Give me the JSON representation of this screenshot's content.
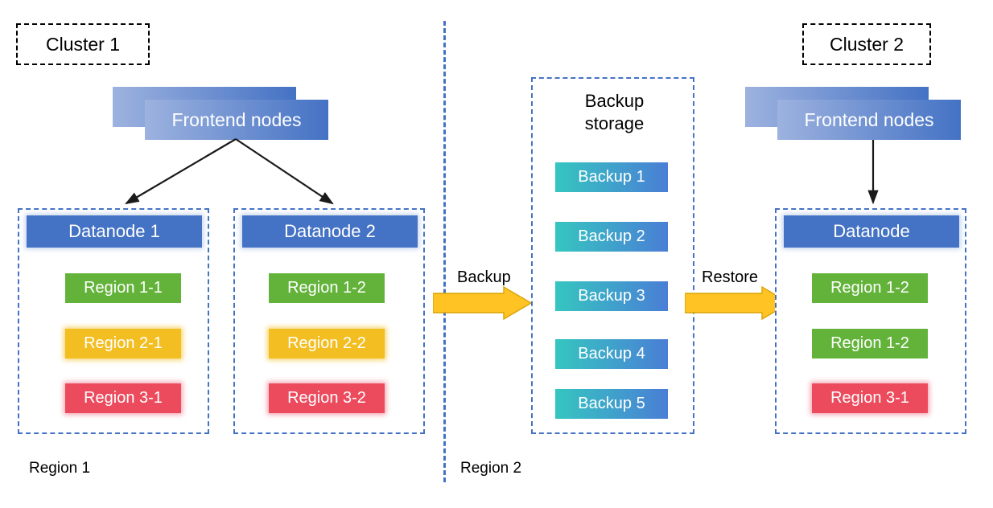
{
  "clusters": {
    "left": {
      "tag": "Cluster 1"
    },
    "right": {
      "tag": "Cluster 2"
    }
  },
  "frontend": {
    "left_label": "Frontend nodes",
    "right_label": "Frontend nodes"
  },
  "datanodes": [
    {
      "title": "Datanode 1",
      "regions": [
        {
          "label": "Region 1-1",
          "color": "#63B33B"
        },
        {
          "label": "Region 2-1",
          "color": "#F2BE22"
        },
        {
          "label": "Region 3-1",
          "color": "#EC4B5E"
        }
      ]
    },
    {
      "title": "Datanode 2",
      "regions": [
        {
          "label": "Region 1-2",
          "color": "#63B33B"
        },
        {
          "label": "Region 2-2",
          "color": "#F2BE22"
        },
        {
          "label": "Region 3-2",
          "color": "#EC4B5E"
        }
      ]
    },
    {
      "title": "Datanode",
      "regions": [
        {
          "label": "Region 1-2",
          "color": "#63B33B"
        },
        {
          "label": "Region 1-2",
          "color": "#63B33B"
        },
        {
          "label": "Region 3-1",
          "color": "#EC4B5E"
        }
      ]
    }
  ],
  "storage": {
    "title_line1": "Backup",
    "title_line2": "storage",
    "items": [
      {
        "label": "Backup 1"
      },
      {
        "label": "Backup 2"
      },
      {
        "label": "Backup 3"
      },
      {
        "label": "Backup 4"
      },
      {
        "label": "Backup 5"
      }
    ]
  },
  "flows": {
    "backup_label": "Backup",
    "restore_label": "Restore"
  },
  "region_labels": {
    "left": "Region 1",
    "right": "Region 2"
  },
  "colors": {
    "node_blue": "#4472C4",
    "green": "#63B33B",
    "yellow": "#F2BE22",
    "red": "#EC4B5E",
    "arrow_yellow": "#FFC324",
    "arrow_yellow_edge": "#D9A404",
    "backup_gradient_start": "#35C6C0",
    "backup_gradient_end": "#4A7ED6",
    "dashed_blue": "#4472C4",
    "dashed_black": "#000000"
  }
}
